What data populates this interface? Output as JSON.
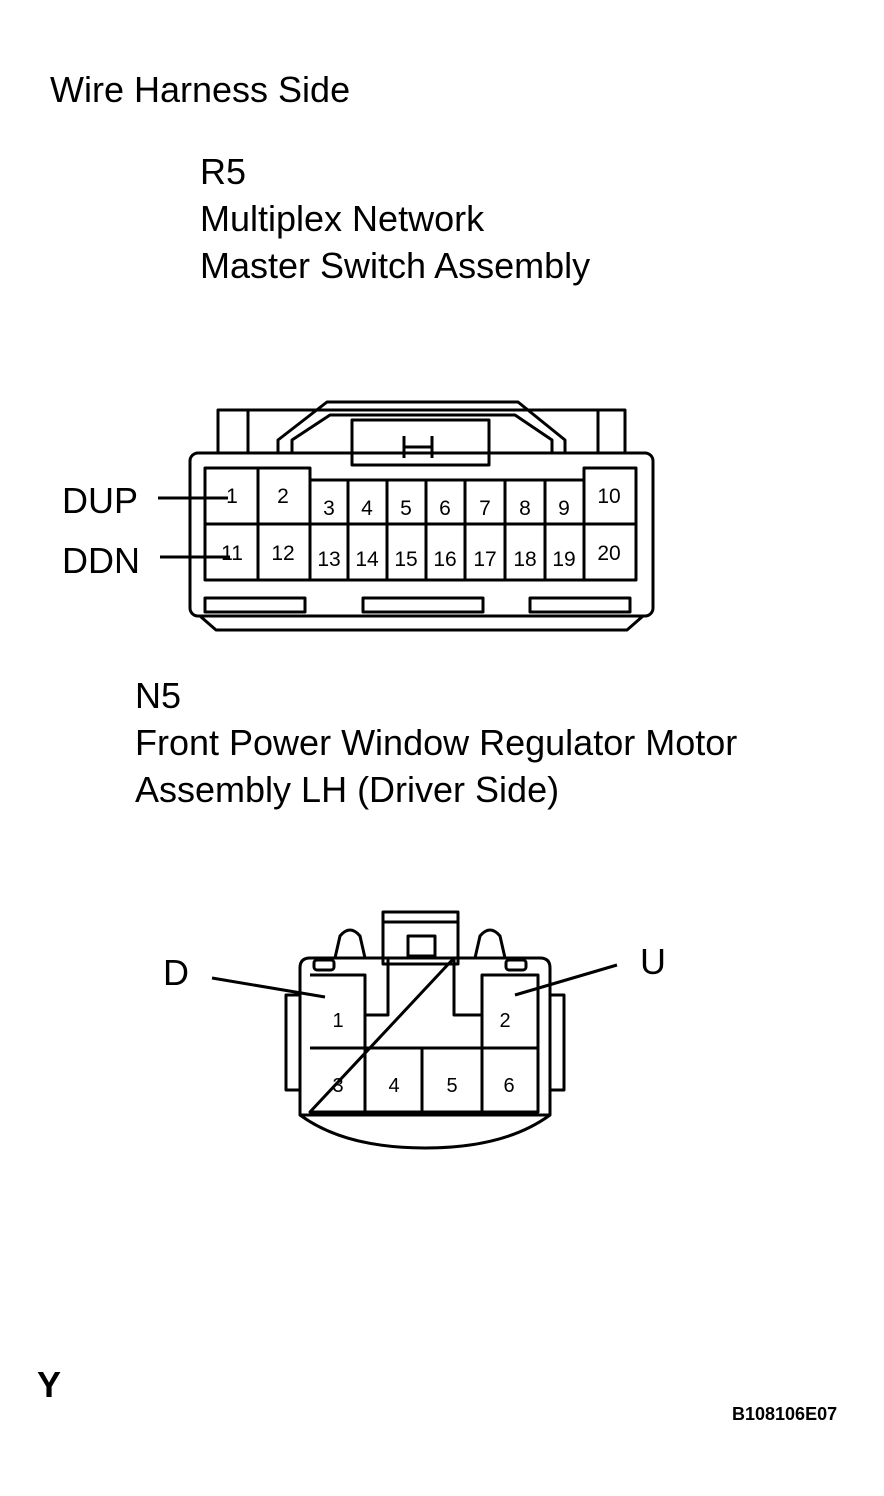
{
  "header": {
    "title": "Wire Harness Side"
  },
  "connector_r5": {
    "code": "R5",
    "name_line1": "Multiplex Network",
    "name_line2": "Master Switch Assembly",
    "pins_top": [
      "1",
      "2",
      "3",
      "4",
      "5",
      "6",
      "7",
      "8",
      "9",
      "10"
    ],
    "pins_bottom": [
      "11",
      "12",
      "13",
      "14",
      "15",
      "16",
      "17",
      "18",
      "19",
      "20"
    ],
    "label_dup": "DUP",
    "label_ddn": "DDN"
  },
  "connector_n5": {
    "code": "N5",
    "name_line1": "Front Power Window Regulator Motor",
    "name_line2": "Assembly LH (Driver Side)",
    "pins_top": [
      "1",
      "2"
    ],
    "pins_bottom": [
      "3",
      "4",
      "5",
      "6"
    ],
    "label_d": "D",
    "label_u": "U"
  },
  "footer": {
    "mark": "Y",
    "figure_id": "B108106E07"
  }
}
